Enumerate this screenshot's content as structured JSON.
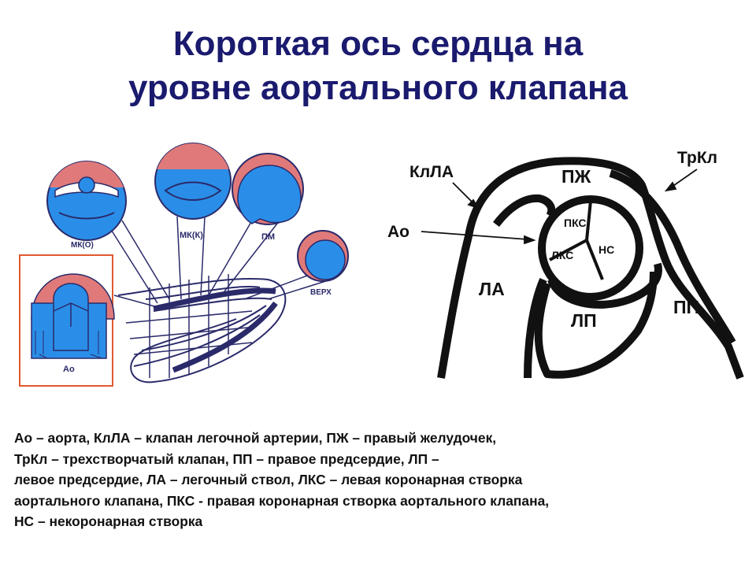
{
  "title": {
    "line1": "Короткая ось сердца на",
    "line2": "уровне аортального клапана"
  },
  "left_diagram": {
    "labels": {
      "mk_o": "МК(О)",
      "mk_k": "МК(К)",
      "pm": "ПМ",
      "verh": "ВЕРХ",
      "ao": "Ао"
    },
    "colors": {
      "blue": "#2a8ee8",
      "pink": "#e07a7a",
      "outline": "#2a2a6a",
      "frame": "#e05a30"
    }
  },
  "right_diagram": {
    "labels": {
      "klla": "КлЛА",
      "trkl": "ТрКл",
      "pzh": "ПЖ",
      "ao": "Ао",
      "pks": "ПКС",
      "lks": "ЛКС",
      "ns": "НС",
      "la": "ЛА",
      "lp": "ЛП",
      "pp": "ПП"
    }
  },
  "legend": {
    "line1": "Ао – аорта, КлЛА – клапан легочной артерии, ПЖ – правый желудочек,",
    "line2": "ТрКл – трехстворчатый клапан, ПП – правое предсердие, ЛП –",
    "line3": "левое предсердие, ЛА – легочный ствол, ЛКС – левая коронарная створка",
    "line4": "аортального клапана, ПКС - правая коронарная створка аортального клапана,",
    "line5": "НС – некоронарная створка"
  }
}
